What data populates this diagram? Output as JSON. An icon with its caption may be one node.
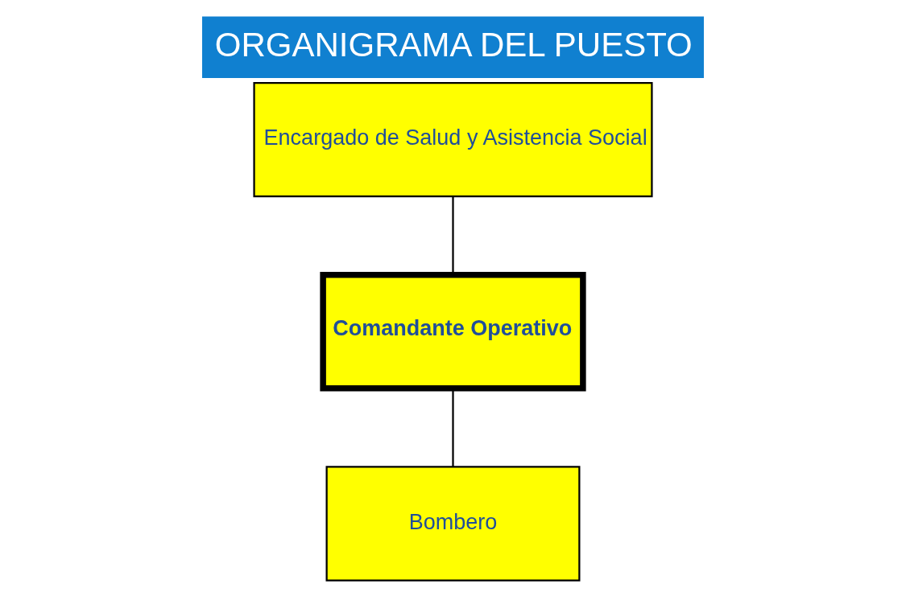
{
  "diagram": {
    "title": "ORGANIGRAMA DEL PUESTO",
    "nodes": [
      {
        "text": [
          "Encargado de Salud y Asistencia Social"
        ]
      },
      {
        "text": [
          "Comandante Operativo"
        ]
      },
      {
        "text": [
          "Bombero"
        ]
      }
    ],
    "edges": [
      {
        "from": 0,
        "to": 1,
        "arrow": "none"
      },
      {
        "from": 1,
        "to": 2,
        "arrow": "none"
      }
    ]
  }
}
